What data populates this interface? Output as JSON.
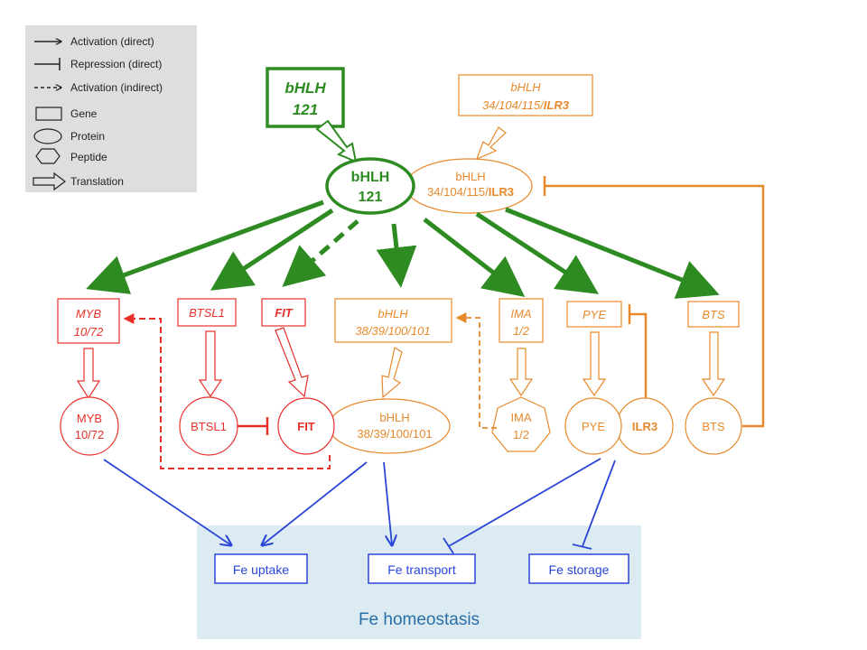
{
  "colors": {
    "green": "#2e8b22",
    "orange": "#e8892b",
    "red": "#e8302a",
    "blue": "#2a45d8",
    "homeostasis_bg": "#dcebf1",
    "legend_bg": "#dedede"
  },
  "legend": [
    {
      "symbol": "arrow-direct",
      "label": "Activation (direct)"
    },
    {
      "symbol": "repression",
      "label": "Repression (direct)"
    },
    {
      "symbol": "arrow-indirect",
      "label": "Activation (indirect)"
    },
    {
      "symbol": "rectangle",
      "label": "Gene"
    },
    {
      "symbol": "ellipse",
      "label": "Protein"
    },
    {
      "symbol": "heptagon",
      "label": "Peptide"
    },
    {
      "symbol": "hollow-arrow",
      "label": "Translation"
    }
  ],
  "nodes": {
    "bhlh121_gene": {
      "line1": "bHLH",
      "line2": "121"
    },
    "bhlh121_protein": {
      "line1": "bHLH",
      "line2": "121"
    },
    "bhlh_iv_gene": {
      "line1": "bHLH",
      "line2_prefix": "34/104/115/",
      "line2_bold": "ILR3"
    },
    "bhlh_iv_protein": {
      "line1": "bHLH",
      "line2_prefix": "34/104/115/",
      "line2_bold": "ILR3"
    },
    "myb_gene": {
      "line1": "MYB",
      "line2": "10/72"
    },
    "btsl1_gene": {
      "line1": "BTSL1"
    },
    "fit_gene": {
      "line1": "FIT"
    },
    "bhlh_ib_gene": {
      "line1": "bHLH",
      "line2": "38/39/100/101"
    },
    "ima_gene": {
      "line1": "IMA",
      "line2": "1/2"
    },
    "pye_gene": {
      "line1": "PYE"
    },
    "bts_gene": {
      "line1": "BTS"
    },
    "myb_protein": {
      "line1": "MYB",
      "line2": "10/72"
    },
    "btsl1_protein": {
      "line1": "BTSL1"
    },
    "fit_protein": {
      "line1": "FIT"
    },
    "bhlh_ib_protein": {
      "line1": "bHLH",
      "line2": "38/39/100/101"
    },
    "ima_peptide": {
      "line1": "IMA",
      "line2": "1/2"
    },
    "pye_protein": {
      "line1": "PYE"
    },
    "ilr3_protein": {
      "line1": "ILR3"
    },
    "bts_protein": {
      "line1": "BTS"
    }
  },
  "homeostasis": {
    "title": "Fe homeostasis",
    "uptake": "Fe uptake",
    "transport": "Fe transport",
    "storage": "Fe storage"
  }
}
